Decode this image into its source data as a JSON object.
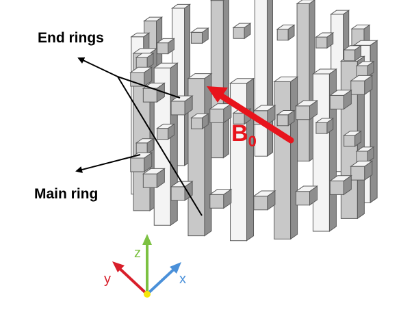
{
  "labels": {
    "end_rings": "End rings",
    "main_ring": "Main ring",
    "field": {
      "symbol": "B",
      "subscript": "0"
    }
  },
  "axes": {
    "z": "z",
    "y": "y",
    "x": "x"
  },
  "colors": {
    "field_arrow": "#e8141c",
    "x_axis": "#4a90d9",
    "y_axis": "#d81e2a",
    "z_axis": "#7cc142",
    "origin": "#f5e60a",
    "bar_light": "#f4f4f4",
    "bar_mid": "#c8c8c8",
    "bar_dark": "#8e8e8e",
    "outline": "#5a5a5a"
  },
  "icons": {
    "coordinate_axes": "xyz-axes-icon"
  }
}
